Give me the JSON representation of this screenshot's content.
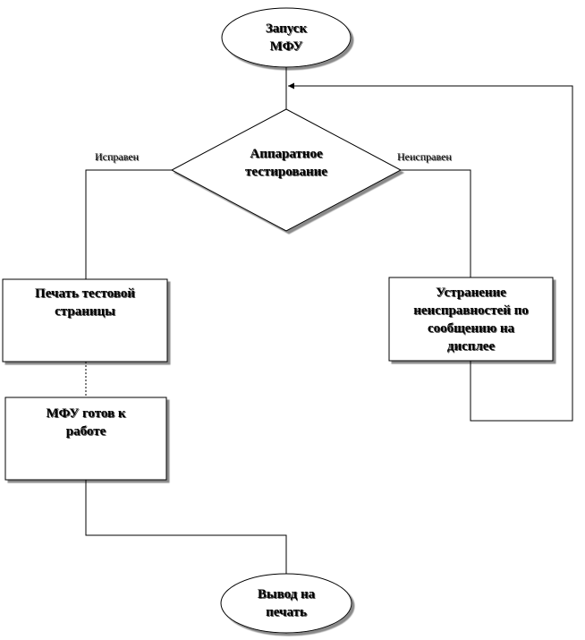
{
  "nodes": {
    "start": "Запуск\nМФУ",
    "test": "Аппаратное\nтестирование",
    "print_test": "Печать тестовой\nстраницы",
    "fix": "Устранение\nнеисправностей по\nсообщению на\nдисплее",
    "ready": "МФУ готов к\nработе",
    "output": "Вывод на\nпечать"
  },
  "edges": {
    "ok": "Исправен",
    "fault": "Неисправен"
  }
}
